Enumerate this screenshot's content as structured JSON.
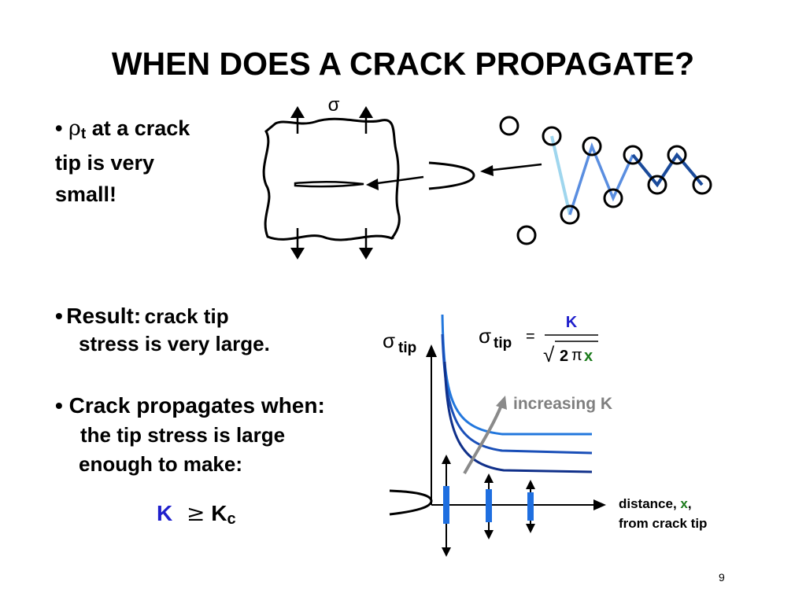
{
  "title": "WHEN DOES A CRACK PROPAGATE?",
  "bullet1": {
    "marker": "•",
    "rho": "ρ",
    "rho_sub": "t",
    "line1_rest": "at a crack",
    "line2": "tip is very",
    "line3": "small!"
  },
  "diagram1": {
    "sigma": "σ"
  },
  "bullet2": {
    "marker": "•",
    "label": "Result:",
    "line1_rest": "crack tip",
    "line2": "stress is very large."
  },
  "bullet3": {
    "marker": "•",
    "line1": "Crack propagates when:",
    "line2": "the tip stress is large",
    "line3": "enough to make:"
  },
  "criterion": {
    "K": "K",
    "geq": "≥",
    "Kc_main": "K",
    "Kc_sub": "c"
  },
  "graph": {
    "y_axis_sigma": "σ",
    "y_axis_sub": "tip",
    "formula": {
      "lhs_sigma": "σ",
      "lhs_sub": "tip",
      "equals": "=",
      "numerator": "K",
      "radical": "√",
      "den_2": "2",
      "den_pi": "π",
      "den_x": "x"
    },
    "increasing_label": "increasing K",
    "x_label_line1_a": "distance, ",
    "x_label_line1_x": "x",
    "x_label_line1_b": ",",
    "x_label_line2": "from crack tip"
  },
  "page_number": "9",
  "colors": {
    "blue_K": "#1f1fcc",
    "green_x": "#1a7a1a",
    "curve_light": "#2277dd",
    "curve_mid": "#1a4fb8",
    "curve_dark": "#10308a",
    "grey_label": "#7f7f7f",
    "bar_blue": "#1f6fe0"
  }
}
